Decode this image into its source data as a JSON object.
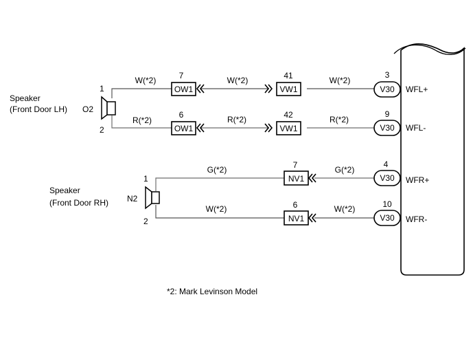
{
  "diagram": {
    "footnote": "*2: Mark Levinson Model",
    "speakers": [
      {
        "label_line1": "Speaker",
        "label_line2": "(Front Door LH)",
        "connector": "O2",
        "pin_top": "1",
        "pin_bottom": "2"
      },
      {
        "label_line1": "Speaker",
        "label_line2": "(Front Door RH)",
        "connector": "N2",
        "pin_top": "1",
        "pin_bottom": "2"
      }
    ],
    "ecu": {
      "connector": "V30",
      "terminals": [
        {
          "pin": "3",
          "connector": "V30",
          "name": "WFL+"
        },
        {
          "pin": "9",
          "connector": "V30",
          "name": "WFL-"
        },
        {
          "pin": "4",
          "connector": "V30",
          "name": "WFR+"
        },
        {
          "pin": "10",
          "connector": "V30",
          "name": "WFR-"
        }
      ]
    },
    "circuits": [
      {
        "wire_segment1": "W(*2)",
        "jc1_pin": "7",
        "jc1": "OW1",
        "wire_segment2": "W(*2)",
        "jc2_pin": "41",
        "jc2": "VW1",
        "wire_segment3": "W(*2)"
      },
      {
        "wire_segment1": "R(*2)",
        "jc1_pin": "6",
        "jc1": "OW1",
        "wire_segment2": "R(*2)",
        "jc2_pin": "42",
        "jc2": "VW1",
        "wire_segment3": "R(*2)"
      },
      {
        "wire_segment1": "G(*2)",
        "jc_pin": "7",
        "jc": "NV1",
        "wire_segment2": "G(*2)"
      },
      {
        "wire_segment1": "W(*2)",
        "jc_pin": "6",
        "jc": "NV1",
        "wire_segment2": "W(*2)"
      }
    ]
  }
}
